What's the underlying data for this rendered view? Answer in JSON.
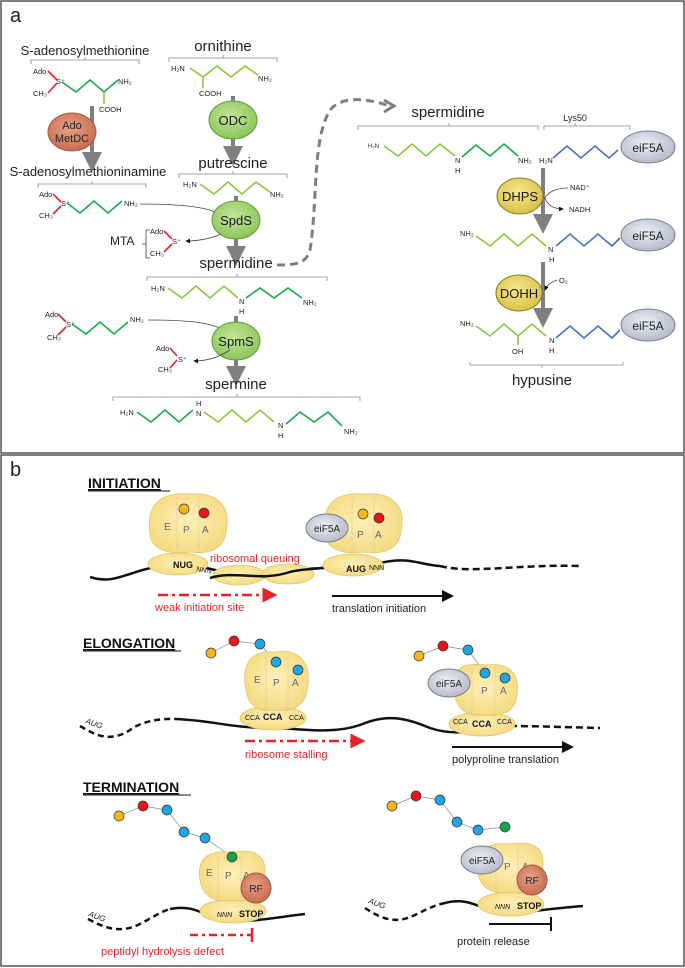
{
  "panels": {
    "a": {
      "label": "a",
      "compounds": {
        "sam": "S-adenosylmethionine",
        "ornithine": "ornithine",
        "putrescine": "putrescine",
        "dcsam": "S-adenosylmethioninamine",
        "spermidine": "spermidine",
        "spermine": "spermine",
        "spermidine_right": "spermidine",
        "lys50": "Lys50",
        "hypusine": "hypusine",
        "mta": "MTA"
      },
      "enzymes": {
        "adometdc_line1": "Ado",
        "adometdc_line2": "MetDC",
        "odc": "ODC",
        "spds": "SpdS",
        "spms": "SpmS",
        "dhps": "DHPS",
        "dohh": "DOHH",
        "eif5a": "eiF5A"
      },
      "atoms": {
        "ado": "Ado",
        "s": "S⁺",
        "ch3": "CH₃",
        "nh2": "NH₂",
        "h2n": "H₂N",
        "cooh": "COOH",
        "n": "N",
        "h": "H",
        "oh": "OH",
        "nad": "NAD⁺",
        "nadh": "NADH",
        "o2": "O₂"
      },
      "colors": {
        "dark_green": "#1aa84a",
        "light_green": "#8cc63f",
        "blue": "#4472c4",
        "red": "#e8222a",
        "enzyme_green": "#a9d66e",
        "enzyme_salmon": "#d9846a",
        "enzyme_yellow": "#efd96a",
        "eif5a_gray": "#cfd0e0",
        "arrow_gray": "#7f7f7f"
      }
    },
    "b": {
      "label": "b",
      "sections": {
        "initiation": {
          "title": "INITIATION",
          "codon_left": "NUG",
          "codon_right": "AUG",
          "nnn": "NNN",
          "queue_label": "ribosomal queuing",
          "left_caption": "weak initiation site",
          "right_caption": "translation initiation"
        },
        "elongation": {
          "title": "ELONGATION",
          "aug": "AUG",
          "cca_small": "CCA",
          "cca_big": "CCA",
          "left_caption": "ribosome stalling",
          "right_caption": "polyproline translation"
        },
        "termination": {
          "title": "TERMINATION",
          "aug": "AUG",
          "nnn": "NNN",
          "stop": "STOP",
          "rf": "RF",
          "left_caption": "peptidyl hydrolysis defect",
          "right_caption": "protein release"
        }
      },
      "sites": {
        "e": "E",
        "p": "P",
        "a": "A"
      },
      "eif5a": "eiF5A",
      "colors": {
        "ribosome": "#fbe29a",
        "aa_orange": "#f6b71b",
        "aa_red": "#e8161b",
        "aa_blue": "#1ea5e6",
        "aa_green": "#16a34a",
        "rf": "#d9846a"
      }
    }
  }
}
